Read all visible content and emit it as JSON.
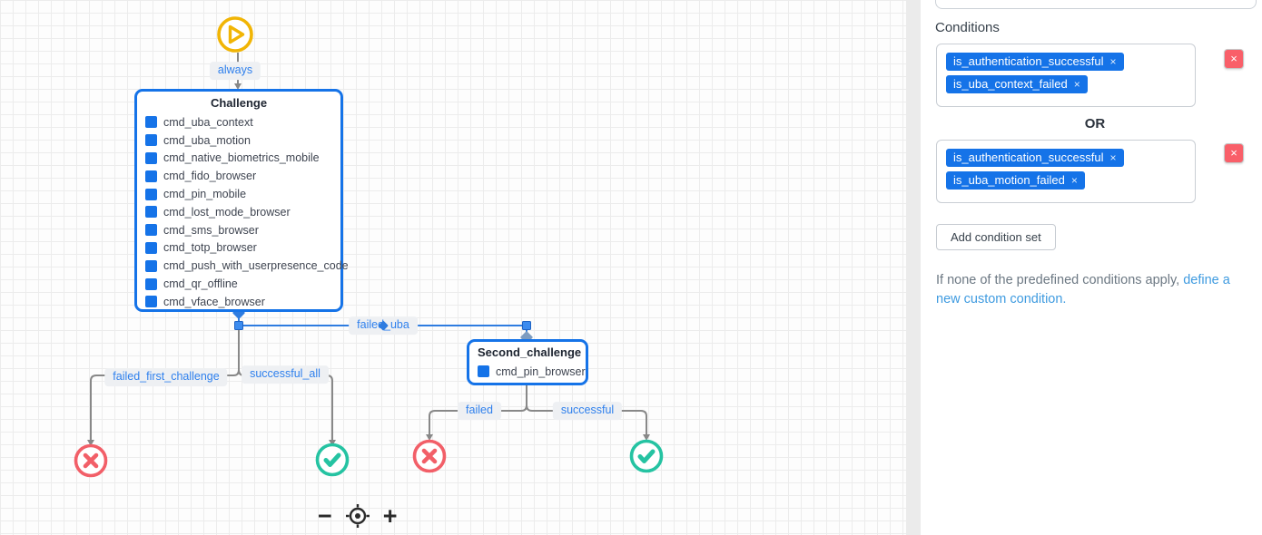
{
  "canvas": {
    "start_label": "always",
    "nodes": [
      {
        "title": "Challenge",
        "commands": [
          "cmd_uba_context",
          "cmd_uba_motion",
          "cmd_native_biometrics_mobile",
          "cmd_fido_browser",
          "cmd_pin_mobile",
          "cmd_lost_mode_browser",
          "cmd_sms_browser",
          "cmd_totp_browser",
          "cmd_push_with_userpresence_code",
          "cmd_qr_offline",
          "cmd_vface_browser"
        ]
      },
      {
        "title": "Second_challenge",
        "commands": [
          "cmd_pin_browser"
        ]
      }
    ],
    "edges": [
      {
        "label": "failed_uba"
      },
      {
        "label": "failed_first_challenge"
      },
      {
        "label": "successful_all"
      },
      {
        "label": "failed"
      },
      {
        "label": "successful"
      }
    ],
    "zoom": {
      "minus": "−",
      "plus": "+"
    }
  },
  "panel": {
    "heading": "Conditions",
    "condition_sets": [
      {
        "chips": [
          "is_authentication_successful",
          "is_uba_context_failed"
        ]
      },
      {
        "chips": [
          "is_authentication_successful",
          "is_uba_motion_failed"
        ]
      }
    ],
    "chip_close": "×",
    "delete_glyph": "×",
    "or_label": "OR",
    "add_button": "Add condition set",
    "footer_text": "If none of the predefined conditions apply, ",
    "footer_link": "define a new custom condition."
  },
  "colors": {
    "node_border_blue": "#1573e8",
    "edge_blue": "#2e7ce0",
    "edge_gray": "#888888",
    "label_blue": "#2f80ed",
    "success_green": "#25c3a2",
    "failure_red": "#f25f68",
    "start_yellow": "#f1b505",
    "delete_red": "#f95f69",
    "link_blue": "#3f9be0"
  }
}
